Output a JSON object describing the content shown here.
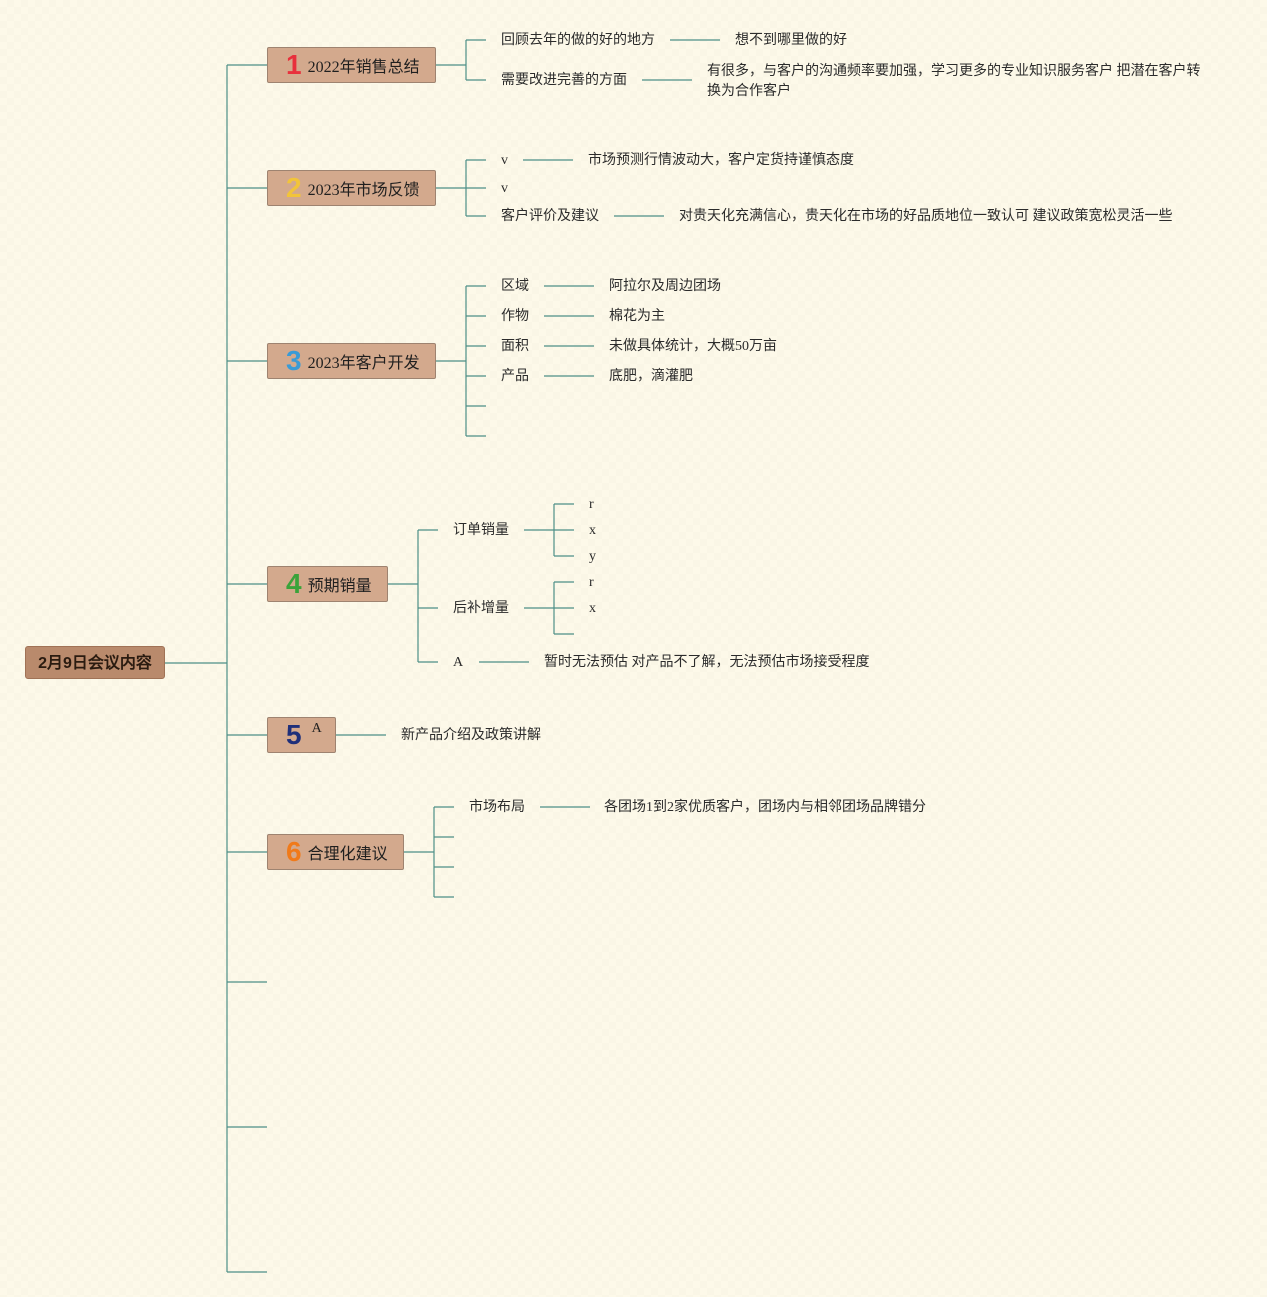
{
  "root": {
    "label": "2月9日会议内容"
  },
  "colors": {
    "background": "#fdf9e9",
    "connector": "#4d8f87",
    "topic_fill": "#d3a98d",
    "root_fill": "#b98a6c",
    "num1": "#e8303c",
    "num2": "#f2c43a",
    "num3": "#3a9bd6",
    "num4": "#3aa33a",
    "num5": "#1f2f7a",
    "num6": "#f07a1a"
  },
  "topics": [
    {
      "num": "1",
      "label": "2022年销售总结",
      "children": [
        {
          "label": "回顾去年的做的好的地方",
          "detail": "想不到哪里做的好"
        },
        {
          "label": "需要改进完善的方面",
          "detail": "有很多，与客户的沟通频率要加强，学习更多的专业知识服务客户 把潜在客户转换为合作客户"
        }
      ]
    },
    {
      "num": "2",
      "label": "2023年市场反馈",
      "children": [
        {
          "label": "v",
          "detail": "市场预测行情波动大，客户定货持谨慎态度"
        },
        {
          "label": "v",
          "detail": ""
        },
        {
          "label": "客户评价及建议",
          "detail": "对贵天化充满信心，贵天化在市场的好品质地位一致认可 建议政策宽松灵活一些"
        }
      ]
    },
    {
      "num": "3",
      "label": "2023年客户开发",
      "children": [
        {
          "label": "区域",
          "detail": "阿拉尔及周边团场"
        },
        {
          "label": "作物",
          "detail": "棉花为主"
        },
        {
          "label": "面积",
          "detail": "未做具体统计，大概50万亩"
        },
        {
          "label": "产品",
          "detail": "底肥，滴灌肥"
        }
      ]
    },
    {
      "num": "4",
      "label": "预期销量",
      "children": [
        {
          "label": "订单销量",
          "subs": [
            "r",
            "x",
            "y"
          ]
        },
        {
          "label": "后补增量",
          "subs": [
            "r",
            "x"
          ]
        },
        {
          "label": "A",
          "detail": "暂时无法预估 对产品不了解，无法预估市场接受程度"
        }
      ]
    },
    {
      "num": "5",
      "label": "A",
      "detail": "新产品介绍及政策讲解"
    },
    {
      "num": "6",
      "label": "合理化建议",
      "children": [
        {
          "label": "市场布局",
          "detail": "各团场1到2家优质客户，团场内与相邻团场品牌错分"
        }
      ]
    }
  ]
}
